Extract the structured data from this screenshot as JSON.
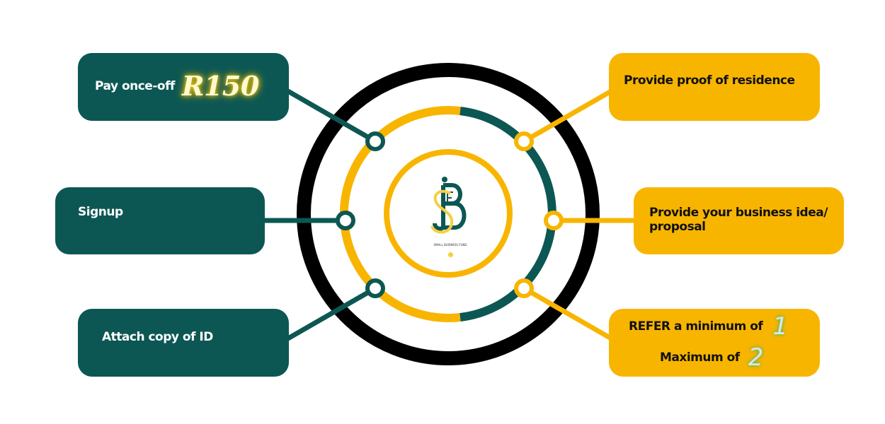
{
  "left_steps": [
    {
      "label": "Pay once-off",
      "highlight": "R150"
    },
    {
      "label": "Signup"
    },
    {
      "label": "Attach copy of ID"
    }
  ],
  "right_steps": [
    {
      "label": "Provide proof of residence"
    },
    {
      "label": "Provide your business idea/ proposal"
    },
    {
      "label": "REFER a minimum of",
      "value": "1",
      "label2": "Maximum of",
      "value2": "2"
    }
  ],
  "logo": {
    "letters": "SBF",
    "tagline": "SMALL BUSINESS FUND"
  },
  "colors": {
    "teal": "#0c5753",
    "yellow": "#f8b500",
    "black": "#000000"
  }
}
